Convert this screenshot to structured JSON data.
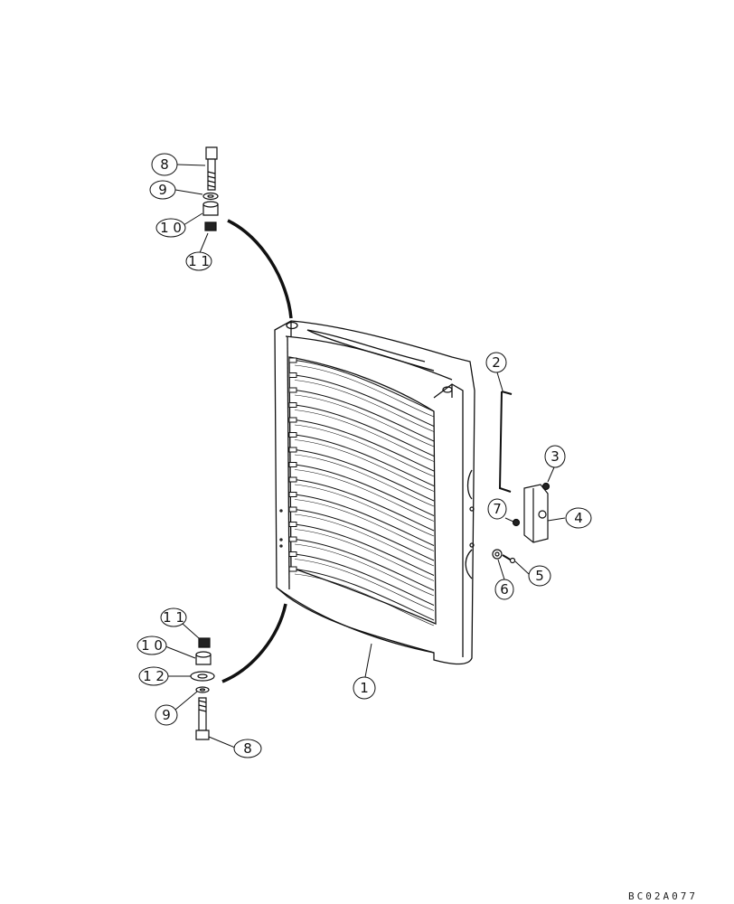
{
  "figure": {
    "reference_code": "BC02A077"
  },
  "callouts": [
    {
      "id": "c8-top",
      "label": "8"
    },
    {
      "id": "c9-top",
      "label": "9"
    },
    {
      "id": "c10-top",
      "label": "1 0"
    },
    {
      "id": "c11-top",
      "label": "1 1"
    },
    {
      "id": "c2",
      "label": "2"
    },
    {
      "id": "c3",
      "label": "3"
    },
    {
      "id": "c4",
      "label": "4"
    },
    {
      "id": "c7",
      "label": "7"
    },
    {
      "id": "c5",
      "label": "5"
    },
    {
      "id": "c6",
      "label": "6"
    },
    {
      "id": "c1",
      "label": "1"
    },
    {
      "id": "c11-bottom",
      "label": "1 1"
    },
    {
      "id": "c10-bottom",
      "label": "1 0"
    },
    {
      "id": "c12-bottom",
      "label": "1 2"
    },
    {
      "id": "c9-bottom",
      "label": "9"
    },
    {
      "id": "c8-bottom",
      "label": "8"
    }
  ],
  "colors": {
    "line": "#111111",
    "panel_fill": "#ffffff",
    "shade": "#e9e9e9"
  }
}
